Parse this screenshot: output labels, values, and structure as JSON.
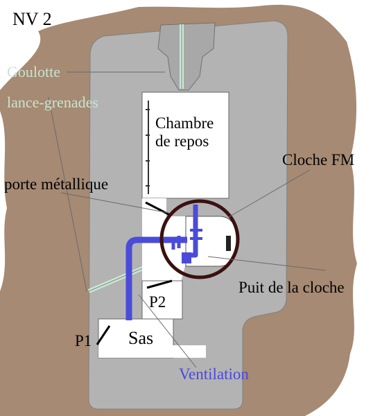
{
  "level_title": "NV 2",
  "labels": {
    "goulotte_line1": "Goulotte",
    "goulotte_line2": "lance-grenades",
    "chambre_line1": "Chambre",
    "chambre_line2": "de repos",
    "cloche_fm": "Cloche FM",
    "porte_metallique": "porte métallique",
    "puit_cloche": "Puit de la cloche",
    "p1": "P1",
    "p2": "P2",
    "sas": "Sas",
    "ventilation": "Ventilation"
  },
  "colors": {
    "earth": "#a68a73",
    "concrete": "#b3b3b3",
    "room": "#ffffff",
    "ventilation": "#4b4bd9",
    "cloche_ring": "#3a1010",
    "goulotte": "#cfe6d6",
    "goulotte_text": "#c6e6d2",
    "ventilation_text": "#4848e0"
  }
}
